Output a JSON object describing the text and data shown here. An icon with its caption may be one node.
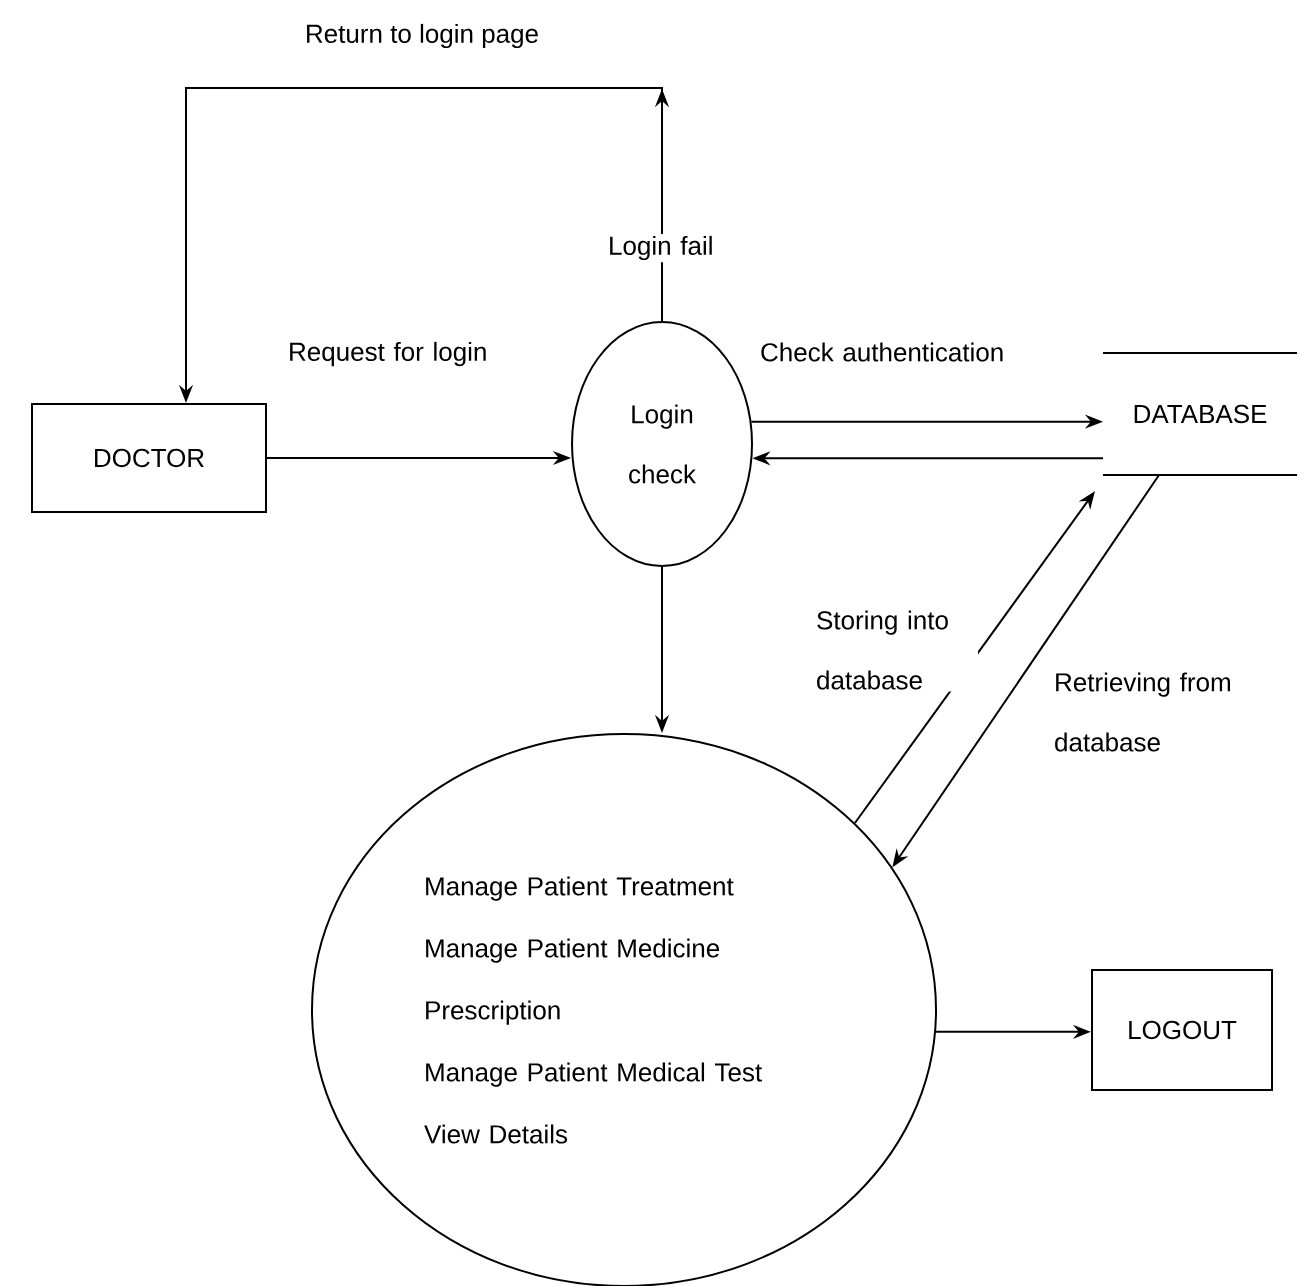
{
  "diagram": {
    "nodes": [
      {
        "text": [
          "DOCTOR"
        ]
      },
      {
        "text": [
          "Login check"
        ]
      },
      {
        "text": [
          "DATABASE"
        ]
      },
      {
        "text": [
          "Manage Patient Treatment",
          "Manage Patient Medicine Prescription",
          "Manage Patient Medical Test",
          "View Details"
        ]
      },
      {
        "text": [
          "LOGOUT"
        ]
      }
    ],
    "edges": [
      {
        "from": 0,
        "to": 1,
        "arrow": "to",
        "label": "Request for login"
      },
      {
        "from": 1,
        "to": 0,
        "arrow": "to",
        "label": "Login fail"
      },
      {
        "from": 1,
        "to": 2,
        "arrow": "to",
        "label": "Check authentication"
      },
      {
        "from": 2,
        "to": 1,
        "arrow": "to"
      },
      {
        "from": 3,
        "to": 2,
        "arrow": "to",
        "label": "Storing into database"
      },
      {
        "from": 2,
        "to": 3,
        "arrow": "to",
        "label": "Retrieving from database"
      },
      {
        "from": 1,
        "to": 3,
        "arrow": "to"
      },
      {
        "from": 3,
        "to": 4,
        "arrow": "to"
      }
    ],
    "labels": [
      "Return to login page"
    ]
  }
}
